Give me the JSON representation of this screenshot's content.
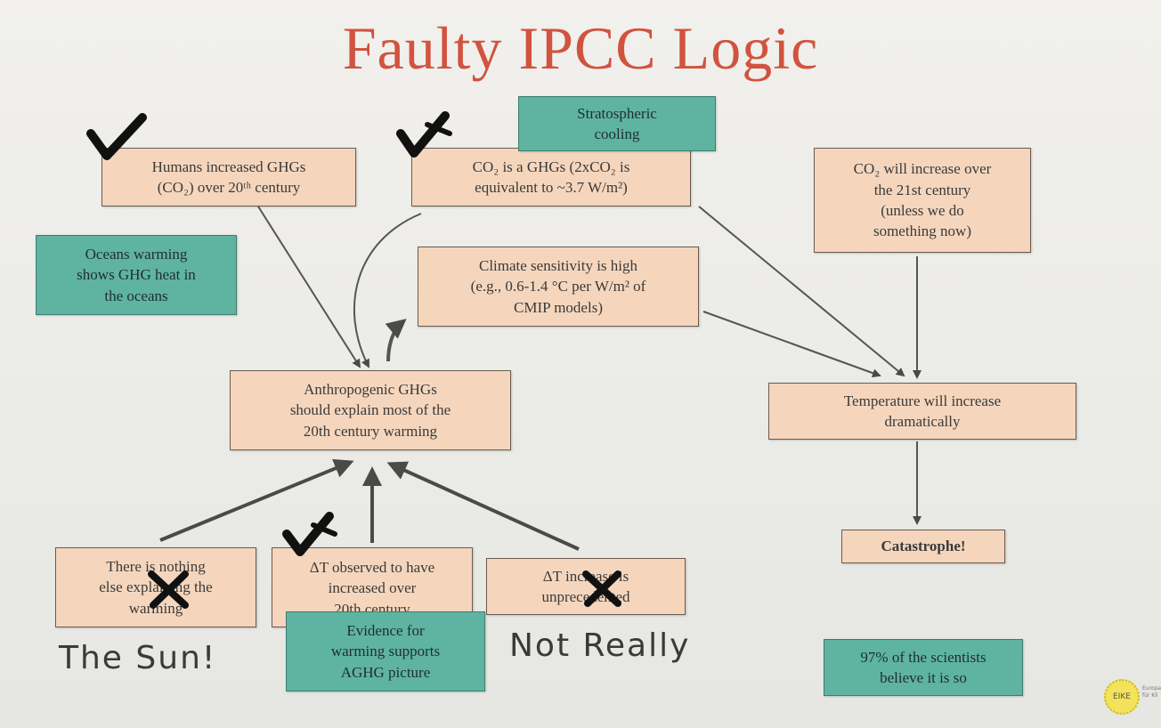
{
  "title": "Faulty IPCC Logic",
  "boxes": {
    "humans": "Humans increased GHGs\n(CO₂) over 20ᵗʰ century",
    "co2_ghg": "CO₂ is a GHGs (2xCO₂ is\nequivalent to ~3.7 W/m²)",
    "strat_cooling": "Stratospheric\ncooling",
    "co2_increase": "CO₂ will increase over\nthe 21st century\n(unless we do\nsomething now)",
    "oceans": "Oceans warming\nshows GHG heat in\nthe oceans",
    "sensitivity": "Climate sensitivity is high\n(e.g., 0.6-1.4 °C per W/m² of\nCMIP models)",
    "anthropogenic": "Anthropogenic GHGs\nshould explain most of the\n20th century warming",
    "temperature": "Temperature will increase\ndramatically",
    "catastrophe": "Catastrophe!",
    "nothing_else": "There is nothing\nelse explaining the\nwarming",
    "delta_t_observed": "ΔT observed to have\nincreased over\n20th century",
    "unprecedented": "ΔT increase is\nunprecedented",
    "evidence": "Evidence for\nwarming supports\nAGHG picture",
    "scientists": "97% of the scientists\nbelieve it is so"
  },
  "handwritten": {
    "sun": "The Sun!",
    "not_really": "Not Really"
  },
  "logo": {
    "badge": "EIKE",
    "text": "Europa\nfür Kli"
  },
  "colors": {
    "title": "#d1533f",
    "peach_box": "#f5d6bd",
    "teal_box": "#5fb3a1"
  },
  "marks": {
    "humans": "check-icon",
    "co2_ghg": "check-cross-icon",
    "delta_t_observed": "check-cross-icon",
    "nothing_else": "cross-icon",
    "unprecedented": "cross-icon"
  }
}
